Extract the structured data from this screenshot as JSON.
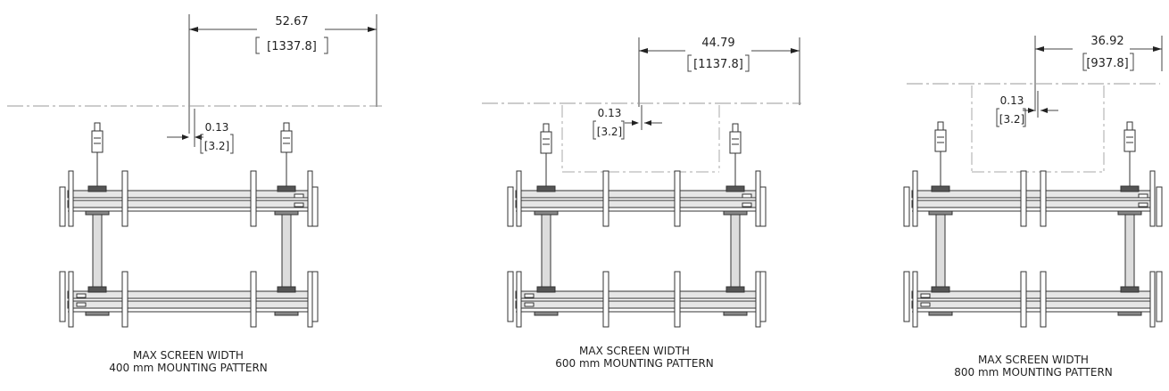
{
  "panels": [
    {
      "overall_in": "52.67",
      "overall_mm": "[1337.8]",
      "offset_in": "0.13",
      "offset_mm": "[3.2]",
      "caption_line1": "MAX SCREEN WIDTH",
      "caption_line2": "400 mm MOUNTING PATTERN"
    },
    {
      "overall_in": "44.79",
      "overall_mm": "[1137.8]",
      "offset_in": "0.13",
      "offset_mm": "[3.2]",
      "caption_line1": "MAX SCREEN WIDTH",
      "caption_line2": "600 mm MOUNTING PATTERN"
    },
    {
      "overall_in": "36.92",
      "overall_mm": "[937.8]",
      "offset_in": "0.13",
      "offset_mm": "[3.2]",
      "caption_line1": "MAX SCREEN WIDTH",
      "caption_line2": "800 mm MOUNTING PATTERN"
    }
  ],
  "colors": {
    "line": "#333333",
    "dim_line": "#555555",
    "rail_fill": "#e6e6e6",
    "dark_fill": "#555555"
  }
}
